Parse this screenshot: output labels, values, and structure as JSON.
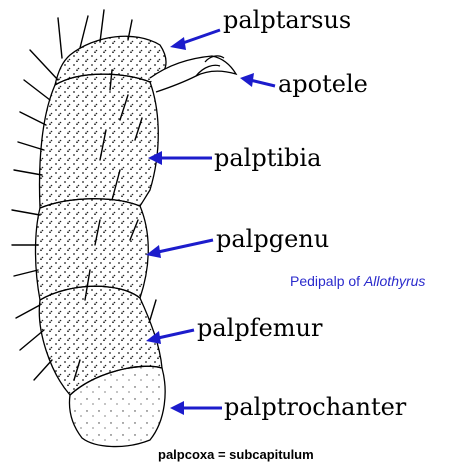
{
  "labels": {
    "palptarsus": "palptarsus",
    "apotele": "apotele",
    "palptibia": "palptibia",
    "palpgenu": "palpgenu",
    "palpfemur": "palpfemur",
    "palptrochanter": "palptrochanter"
  },
  "caption": {
    "prefix": "Pedipalp of ",
    "genus": "Allothyrus"
  },
  "footer": "palpcoxa = subcapitulum",
  "colors": {
    "arrow": "#1c1ccc",
    "caption": "#2a2acc",
    "ink": "#000000"
  }
}
